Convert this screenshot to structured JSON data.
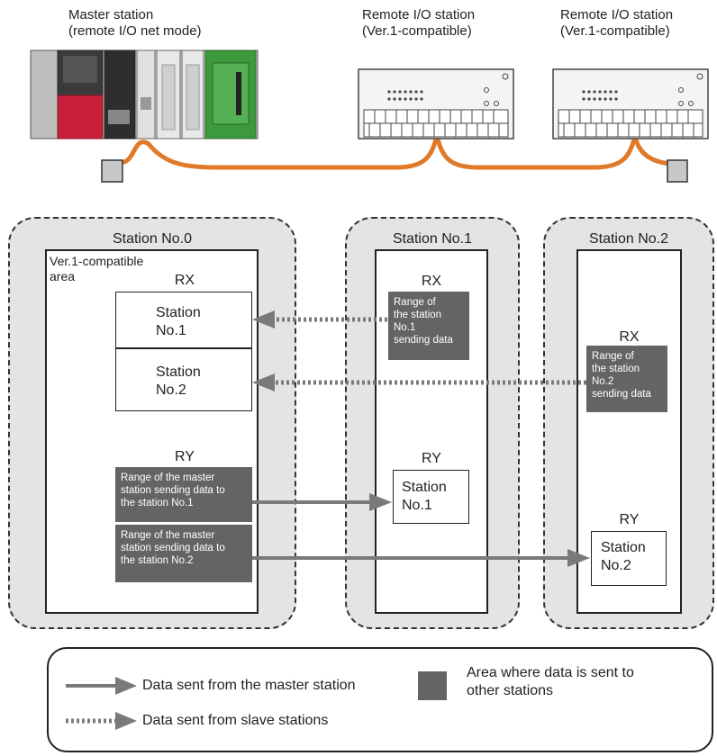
{
  "header": {
    "master": "Master station\n(remote I/O net mode)",
    "remote1": "Remote I/O station\n(Ver.1-compatible)",
    "remote2": "Remote I/O station\n(Ver.1-compatible)"
  },
  "stations": {
    "s0": {
      "title": "Station No.0",
      "area_label": "Ver.1-compatible\narea",
      "rx_label": "RX",
      "rx_cells": [
        "Station\nNo.1",
        "Station\nNo.2"
      ],
      "ry_label": "RY",
      "ry_cells": [
        "Range of the master\nstation sending data to\nthe station No.1",
        "Range of the master\nstation sending data to\nthe station No.2"
      ]
    },
    "s1": {
      "title": "Station No.1",
      "rx_label": "RX",
      "rx_range": "Range of\nthe station\nNo.1\nsending data",
      "ry_label": "RY",
      "ry_box": "Station\nNo.1"
    },
    "s2": {
      "title": "Station No.2",
      "rx_label": "RX",
      "rx_range": "Range of\nthe station\nNo.2\nsending data",
      "ry_label": "RY",
      "ry_box": "Station\nNo.2"
    }
  },
  "legend": {
    "master_arrow": "Data sent from the master station",
    "slave_arrow": "Data sent from slave stations",
    "area": "Area where data is sent to\nother stations"
  },
  "colors": {
    "cable": "#e07a2a",
    "panel_bg": "#e4e4e4",
    "dark_area": "#646464",
    "arrow": "#7a7a7a",
    "plc_red": "#c8203a",
    "plc_green": "#3c9a3c"
  }
}
